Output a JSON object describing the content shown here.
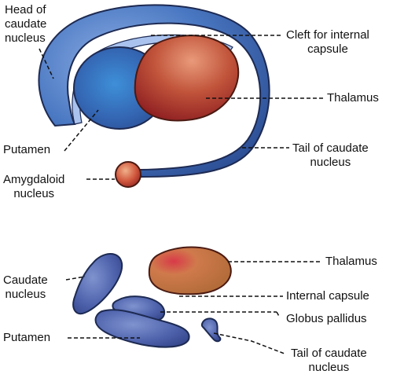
{
  "top_diagram": {
    "labels": {
      "head_of_caudate_nucleus": [
        "Head of",
        "caudate",
        "nucleus"
      ],
      "cleft_for_internal_capsule": [
        "Cleft for internal",
        "capsule"
      ],
      "thalamus": [
        "Thalamus"
      ],
      "putamen": [
        "Putamen"
      ],
      "tail_of_caudate_nucleus": [
        "Tail of caudate",
        "nucleus"
      ],
      "amygdaloid_nucleus": [
        "Amygdaloid",
        "nucleus"
      ]
    }
  },
  "bottom_diagram": {
    "labels": {
      "thalamus": [
        "Thalamus"
      ],
      "caudate_nucleus": [
        "Caudate",
        "nucleus"
      ],
      "internal_capsule": [
        "Internal capsule"
      ],
      "globus_pallidus": [
        "Globus pallidus"
      ],
      "putamen": [
        "Putamen"
      ],
      "tail_of_caudate_nucleus": [
        "Tail of caudate",
        "nucleus"
      ]
    }
  },
  "colors": {
    "caudate_blue": "#4a78c2",
    "putamen_blue": "#3a6db8",
    "thalamus_red": "#b4402e",
    "amygdala_red": "#c44a36",
    "outline": "#1d2a52",
    "leader_line": "#111111"
  }
}
